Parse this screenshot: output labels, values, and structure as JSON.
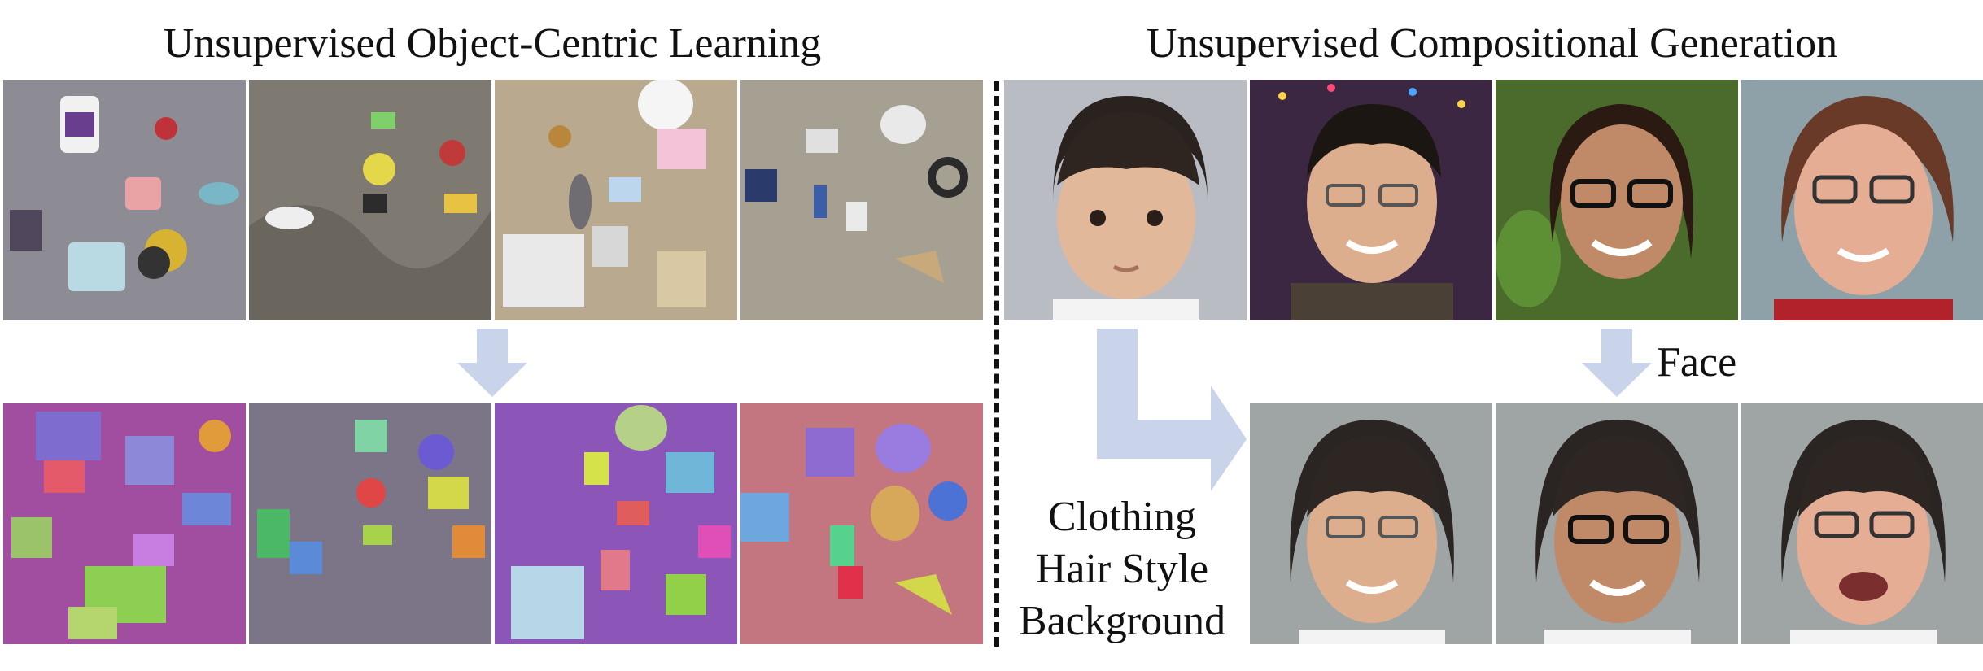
{
  "titles": {
    "left": "Unsupervised Object-Centric Learning",
    "right": "Unsupervised Compositional Generation"
  },
  "labels": {
    "face": "Face",
    "factors": [
      "Clothing",
      "Hair Style",
      "Background"
    ]
  },
  "panels": {
    "scenes_input": [
      "tabletop-scene-1",
      "tabletop-scene-2",
      "tabletop-scene-3",
      "tabletop-scene-4"
    ],
    "scenes_segmented": [
      "segmentation-1",
      "segmentation-2",
      "segmentation-3",
      "segmentation-4"
    ],
    "faces_input": [
      "child-portrait",
      "young-man-glasses",
      "woman-glasses",
      "older-woman-glasses"
    ],
    "faces_generated": [
      "composed-face-1",
      "composed-face-2",
      "composed-face-3"
    ]
  },
  "colors": {
    "arrow": "#c9d3ea",
    "divider": "#111111"
  }
}
